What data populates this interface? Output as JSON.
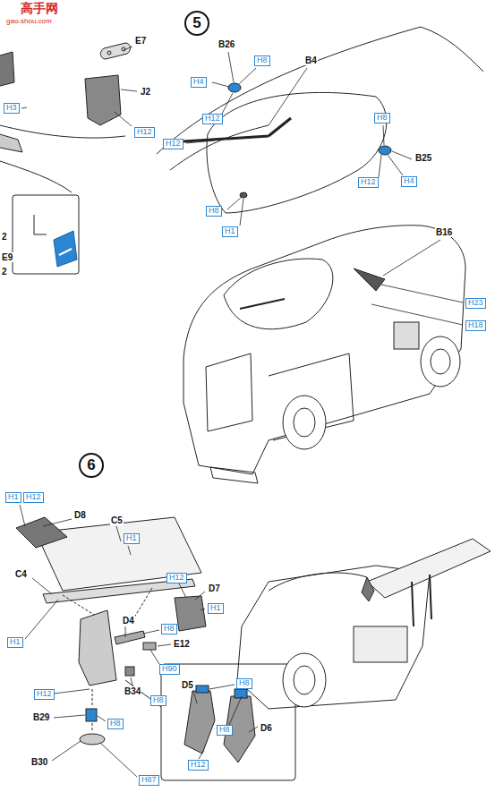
{
  "diagram": {
    "labels": [
      "高手网",
      "gao-shou.com",
      "E7",
      "J2",
      "H3",
      "H12",
      "2",
      "E9",
      "2",
      "5",
      "B26",
      "H8",
      "H4",
      "B4",
      "H12",
      "H12",
      "H8",
      "H1",
      "H8",
      "H12",
      "B25",
      "H4",
      "B16",
      "H23",
      "H18",
      "6",
      "H1",
      "H12",
      "D8",
      "C5",
      "H1",
      "H12",
      "D7",
      "H1",
      "C4",
      "H1",
      "D4",
      "H8",
      "E12",
      "H90",
      "B34",
      "H8",
      "H12",
      "B29",
      "H8",
      "B30",
      "H87",
      "D5",
      "H8",
      "H8",
      "D6",
      "H12"
    ]
  }
}
